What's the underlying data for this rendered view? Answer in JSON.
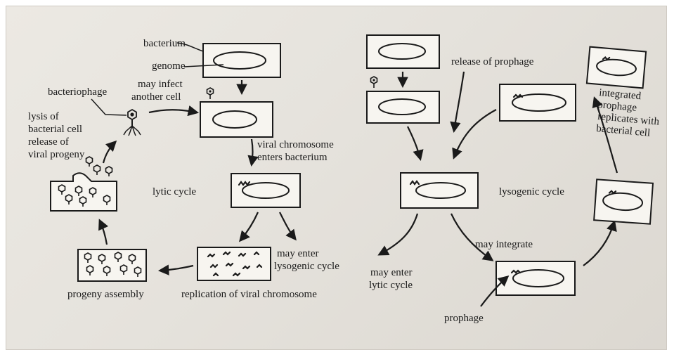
{
  "labels": {
    "bacterium": "bacterium",
    "genome": "genome",
    "bacteriophage": "bacteriophage",
    "may_infect_1": "may infect",
    "may_infect_2": "another cell",
    "lysis_1": "lysis of",
    "lysis_2": "bacterial cell",
    "lysis_3": "release of",
    "lysis_4": "viral progeny",
    "viral_chrom_1": "viral chromosome",
    "viral_chrom_2": "enters bacterium",
    "lytic_cycle": "lytic cycle",
    "may_enter_lyso_1": "may enter",
    "may_enter_lyso_2": "lysogenic cycle",
    "progeny_assembly": "progeny assembly",
    "replication": "replication of viral chromosome",
    "release_prophage": "release of prophage",
    "integrated_1": "integrated",
    "integrated_2": "prophage",
    "integrated_3": "replicates with",
    "integrated_4": "bacterial cell",
    "lysogenic_cycle": "lysogenic cycle",
    "may_integrate": "may integrate",
    "may_enter_lytic_1": "may enter",
    "may_enter_lytic_2": "lytic cycle",
    "prophage": "prophage"
  }
}
